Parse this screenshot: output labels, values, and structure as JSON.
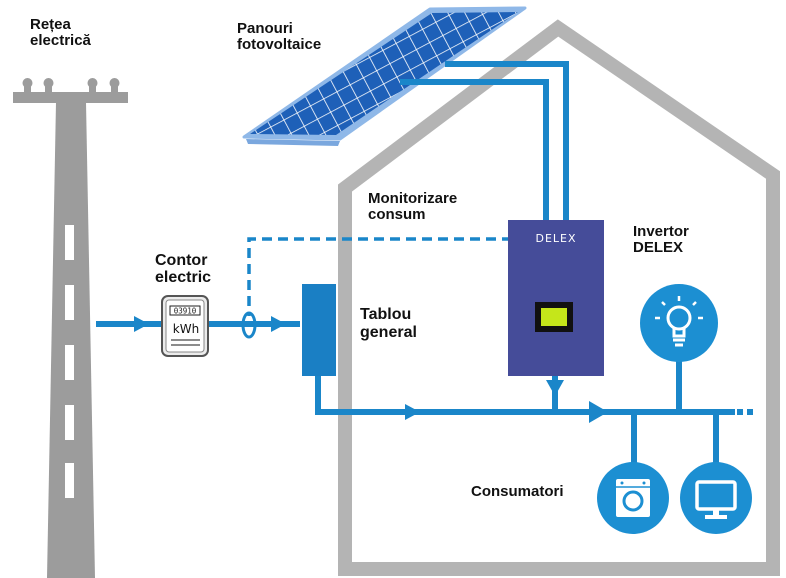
{
  "labels": {
    "grid_line1": "Rețea",
    "grid_line2": "electrică",
    "panels_line1": "Panouri",
    "panels_line2": "fotovoltaice",
    "monitor_line1": "Monitorizare",
    "monitor_line2": "consum",
    "meter_line1": "Contor",
    "meter_line2": "electric",
    "board_line1": "Tablou",
    "board_line2": "general",
    "inverter_line1": "Invertor",
    "inverter_line2": "DELEX",
    "consumers": "Consumatori"
  },
  "inverter": {
    "brand": "DELEX"
  },
  "meter": {
    "digits": "03910",
    "unit": "kWh"
  },
  "colors": {
    "line_blue": "#1a86c9",
    "circle_blue": "#1c8fd2",
    "inverter_body": "#454c99",
    "house_gray": "#b4b4b4",
    "pole_gray": "#9c9c9c",
    "display_green": "#c5e61a",
    "solar_blue": "#1e60b8"
  },
  "icons": [
    "utility-pole-icon",
    "solar-panel-icon",
    "electric-meter-icon",
    "lightbulb-icon",
    "washing-machine-icon",
    "monitor-icon"
  ]
}
